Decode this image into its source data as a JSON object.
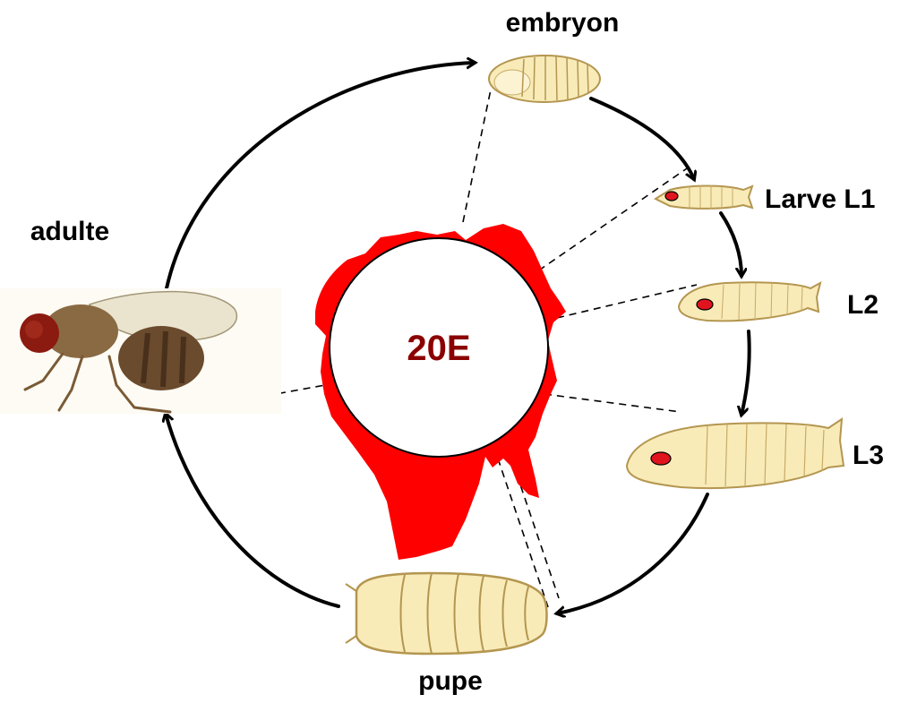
{
  "diagram": {
    "center_label": "20E",
    "center_color": "#8b0000",
    "peak_color": "#ff0000",
    "stages": {
      "embryon": "embryon",
      "larve_l1": "Larve L1",
      "l2": "L2",
      "l3": "L3",
      "pupe": "pupe",
      "adulte": "adulte"
    },
    "colors": {
      "larva_body": "#f8ebb8",
      "larva_outline": "#b49650",
      "larva_mouth_hook": "#e0141e",
      "fly_body": "#6b4b2d",
      "fly_eye": "#8b1a10"
    },
    "icons": [
      "embryo-icon",
      "larva-l1-icon",
      "larva-l2-icon",
      "larva-l3-icon",
      "pupa-icon",
      "fly-icon"
    ]
  }
}
